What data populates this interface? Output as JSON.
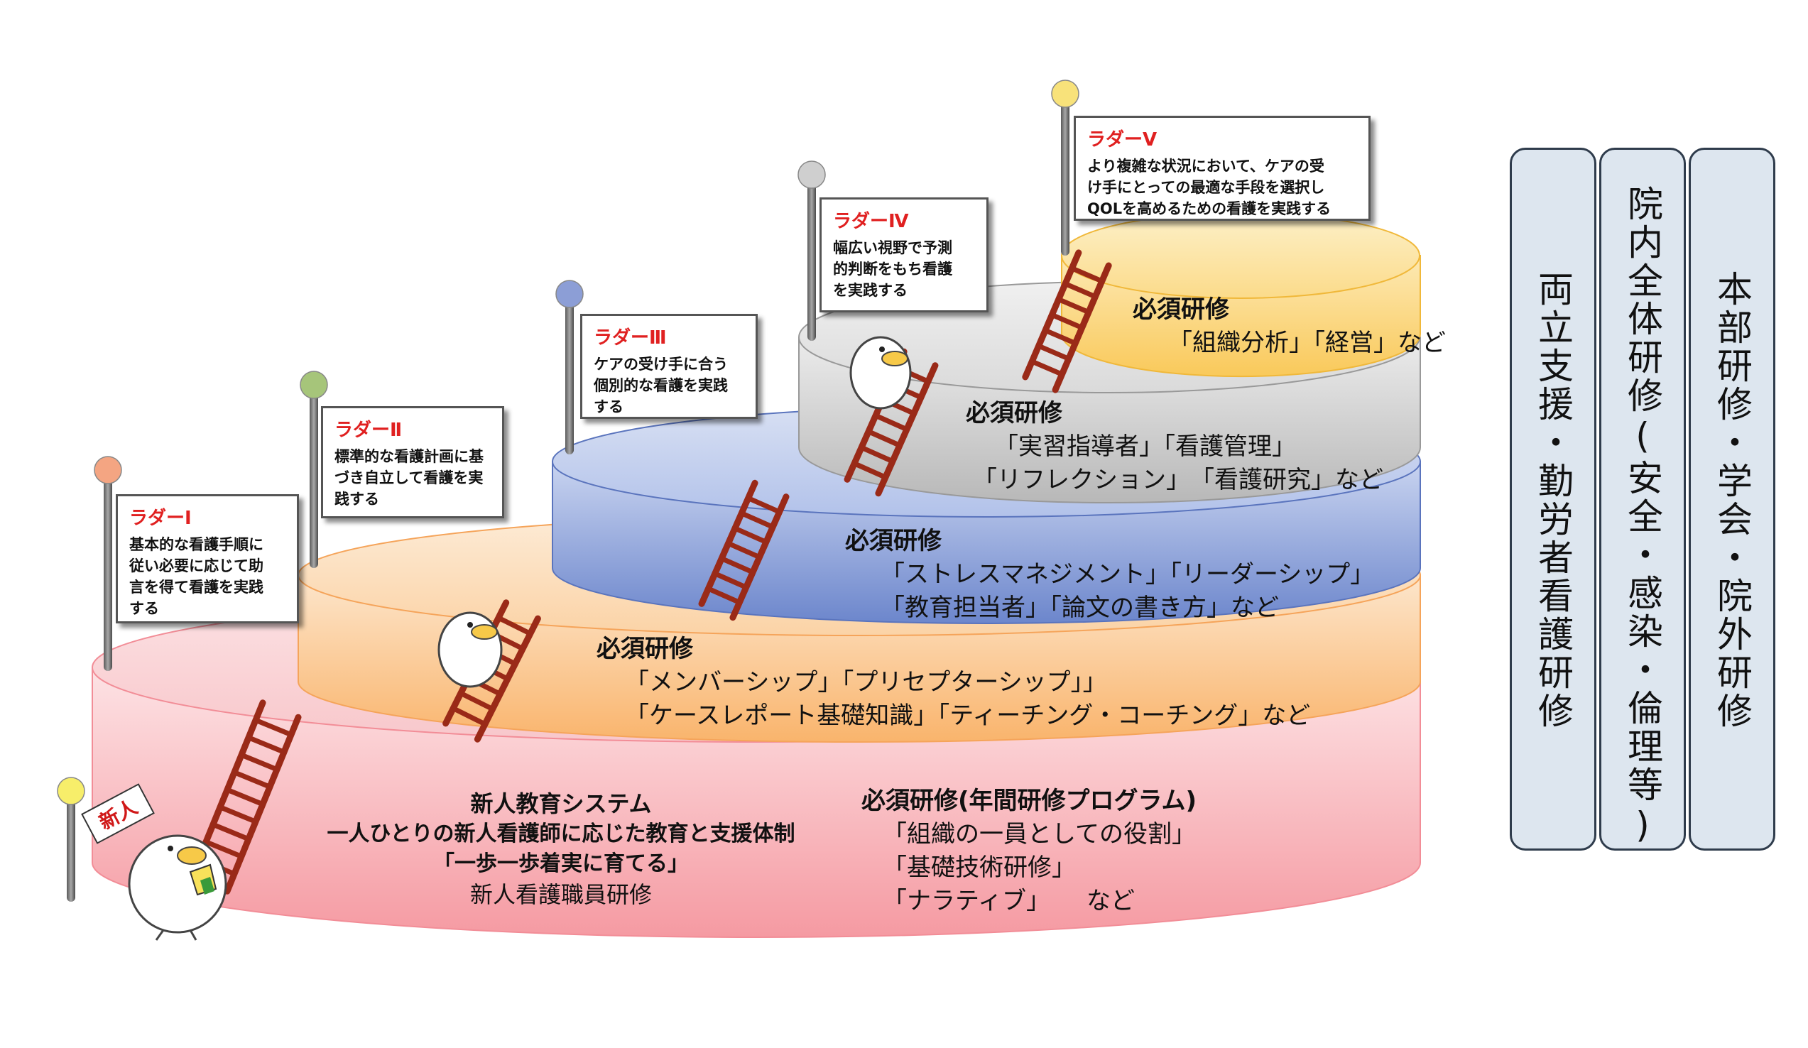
{
  "tiers": [
    {
      "heading": "必須研修(年間研修プログラム)",
      "items": [
        "「組織の一員としての役割」",
        "「基礎技術研修」",
        "「ナラティブ」　　など"
      ]
    },
    {
      "heading": "必須研修",
      "items": [
        "「メンバーシップ」「プリセプターシップ」」",
        "「ケースレポート基礎知識」「ティーチング・コーチング」など"
      ]
    },
    {
      "heading": "必須研修",
      "items": [
        "「ストレスマネジメント」「リーダーシップ」",
        "「教育担当者」「論文の書き方」など"
      ]
    },
    {
      "heading": "必須研修",
      "items": [
        "「実習指導者」「看護管理」",
        "「リフレクション」　「看護研究」など"
      ]
    },
    {
      "heading": "必須研修",
      "items": [
        "「組織分析」「経営」など"
      ]
    }
  ],
  "new_system": {
    "title": "新人教育システム",
    "line1": "一人ひとりの新人看護師に応じた教育と支援体制",
    "line2": "「一歩一歩着実に育てる」",
    "line3": "新人看護職員研修"
  },
  "ladders": [
    {
      "title": "ラダーⅠ",
      "desc": "基本的な看護手順に\n従い必要に応じて助\n言を得て看護を実践\nする",
      "flag_color": "#f4a582"
    },
    {
      "title": "ラダーⅡ",
      "desc": "標準的な看護計画に基\nづき自立して看護を実\n践する",
      "flag_color": "#a6c57a"
    },
    {
      "title": "ラダーⅢ",
      "desc": "ケアの受け手に合う\n個別的な看護を実践\nする",
      "flag_color": "#8c9ed6"
    },
    {
      "title": "ラダーⅣ",
      "desc": "幅広い視野で予測\n的判断をもち看護\nを実践する",
      "flag_color": "#cfcfcf"
    },
    {
      "title": "ラダーⅤ",
      "desc": "より複雑な状況において、ケアの受\nけ手にとっての最適な手段を選択し\nQOLを高めるための看護を実践する",
      "flag_color": "#f8e27a"
    }
  ],
  "new_badge": "新人",
  "side_boxes": [
    "両立支援・勤労者看護研修",
    "院内全体研修(安全・感染・倫理等)",
    "本部研修・学会・院外研修"
  ],
  "colors": {
    "tier1": "#f7b3b8",
    "tier2": "#fbcf9c",
    "tier3": "#8ea6dc",
    "tier4": "#cfcfcf",
    "tier5": "#fbd97f",
    "ladder": "#9a2a18",
    "ladder_title": "#e02020",
    "side_box": "#dde6ef"
  }
}
